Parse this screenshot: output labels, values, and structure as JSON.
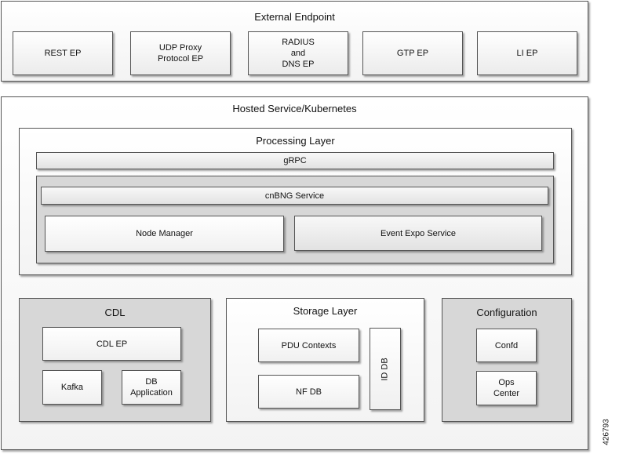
{
  "external_endpoint": {
    "title": "External Endpoint",
    "endpoints": [
      "REST EP",
      "UDP Proxy\nProtocol EP",
      "RADIUS\nand\nDNS EP",
      "GTP EP",
      "LI EP"
    ]
  },
  "hosted_service": {
    "title": "Hosted Service/Kubernetes",
    "processing_layer": {
      "title": "Processing Layer",
      "grpc_label": "gRPC",
      "cnbng_service": {
        "title": "cnBNG Service",
        "node_manager": "Node Manager",
        "event_expo_service": "Event Expo Service"
      }
    },
    "cdl": {
      "title": "CDL",
      "cdl_ep": "CDL EP",
      "kafka": "Kafka",
      "db_application": "DB\nApplication"
    },
    "storage_layer": {
      "title": "Storage Layer",
      "pdu_contexts": "PDU Contexts",
      "nf_db": "NF DB",
      "id_db": "ID DB"
    },
    "configuration": {
      "title": "Configuration",
      "confd": "Confd",
      "ops_center": "Ops\nCenter"
    }
  },
  "figure_id": "426793"
}
